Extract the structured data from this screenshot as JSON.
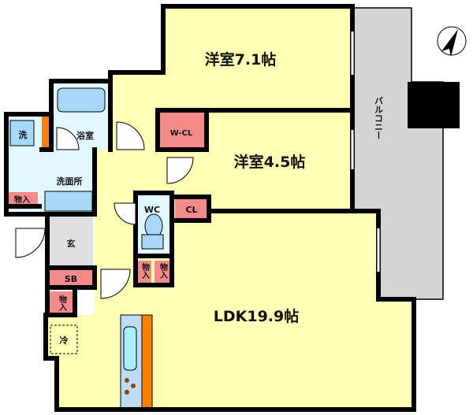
{
  "colors": {
    "floor": "#ffffb4",
    "wet_area": "#e2f8ff",
    "storage": "#f48a8a",
    "entrance": "#dedede",
    "balcony": "#d4d4d4",
    "fixture": "#a8d8f8",
    "counter": "#bcdcf8",
    "accent_orange": "#ff8000",
    "wall": "#000000"
  },
  "rooms": {
    "bedroom1": "洋室7.1帖",
    "bedroom2": "洋室4.5帖",
    "ldk": "LDK19.9帖",
    "balcony": "バルコニー",
    "bath": "浴室",
    "washer": "洗",
    "washroom": "洗面所",
    "storage_wash": "物入",
    "entrance": "玄",
    "shoe_box": "SB",
    "storage_hall": "物入",
    "fridge": "冷",
    "wc": "WC",
    "closet": "CL",
    "walk_in_closet": "W-CL",
    "storage_small1": "物入",
    "storage_small2": "物入"
  },
  "compass": {
    "icon": "north-arrow-icon"
  }
}
